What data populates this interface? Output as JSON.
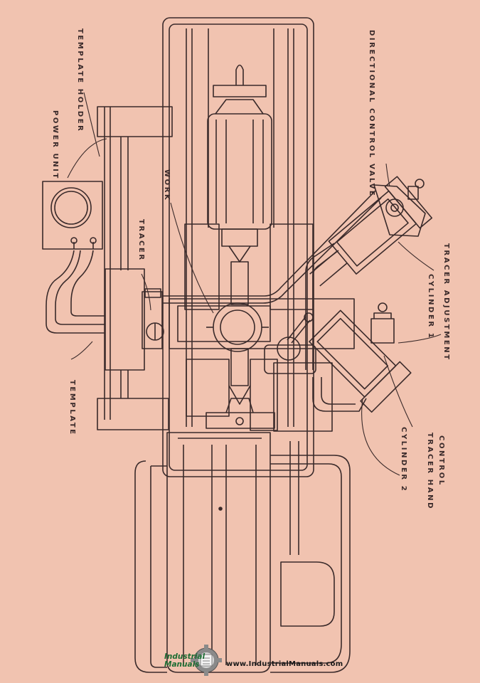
{
  "diagram": {
    "labels": {
      "power_unit": "POWER UNIT",
      "template_holder": "TEMPLATE HOLDER",
      "directional_control_valve": "DIRECTIONAL CONTROL VALVE",
      "work": "WORK",
      "tracer": "TRACER",
      "template": "TEMPLATE",
      "cylinder_1": "CYLINDER 1",
      "tracer_adjustment": "TRACER ADJUSTMENT",
      "cylinder_2": "CYLINDER 2",
      "tracer_hand_control_line1": "TRACER HAND",
      "tracer_hand_control_line2": "CONTROL"
    }
  },
  "watermark": {
    "logo_line1": "Industrial",
    "logo_line2": "Manuals",
    "url": "www.IndustrialManuals.com"
  },
  "colors": {
    "paper": "#f1c3b0",
    "ink": "#3a2a2a",
    "logo_green": "#1d6d33"
  }
}
